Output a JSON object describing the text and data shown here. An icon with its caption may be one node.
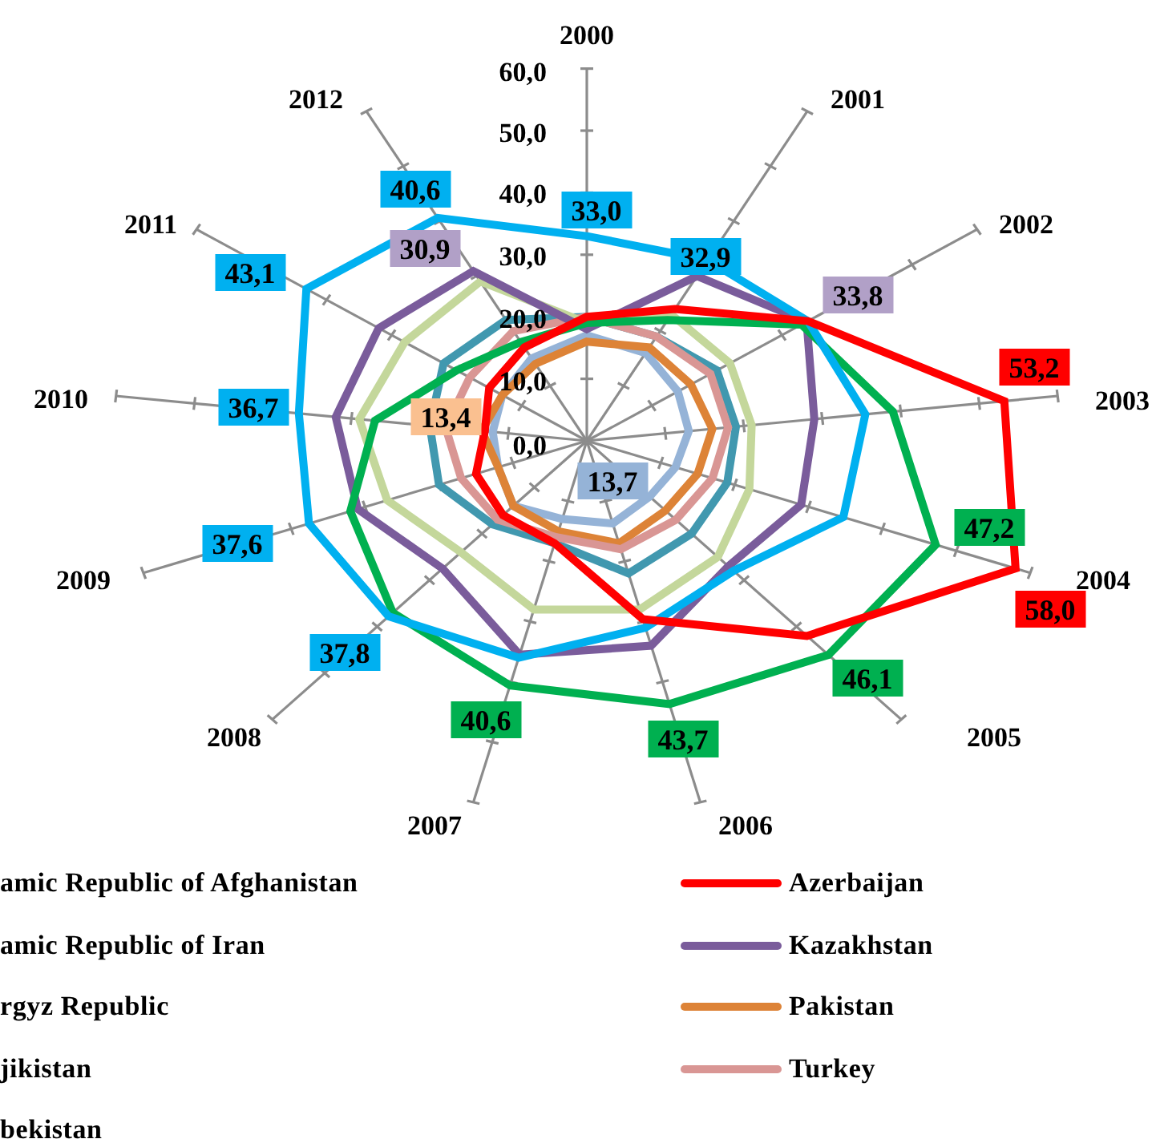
{
  "diagram": {
    "labels": [
      "2000",
      "60,0",
      "2001",
      "50,0",
      "2012",
      "40,6",
      "40,0",
      "33,0",
      "2011",
      "30,9",
      "30,0",
      "32,9",
      "2002",
      "33,8",
      "43,1",
      "20,0",
      "10,0",
      "13,4",
      "36,7",
      "53,2",
      "2010",
      "2003",
      "0,0",
      "13,7",
      "47,2",
      "37,6",
      "2009",
      "58,0",
      "2004",
      "37,8",
      "46,1",
      "2008",
      "40,6",
      "43,7",
      "2005",
      "2007",
      "2006"
    ],
    "legend": [
      {
        "text": "amic Republic of Afghanistan"
      },
      {
        "text": "Azerbaijan",
        "color": "#ff0000"
      },
      {
        "text": "amic Republic of Iran"
      },
      {
        "text": "Kazakhstan",
        "color": "#7a5c9b"
      },
      {
        "text": "rgyz Republic"
      },
      {
        "text": "Pakistan",
        "color": "#dd8337"
      },
      {
        "text": "jikistan"
      },
      {
        "text": "Turkey",
        "color": "#d99694"
      },
      {
        "text": "bekistan"
      }
    ]
  }
}
